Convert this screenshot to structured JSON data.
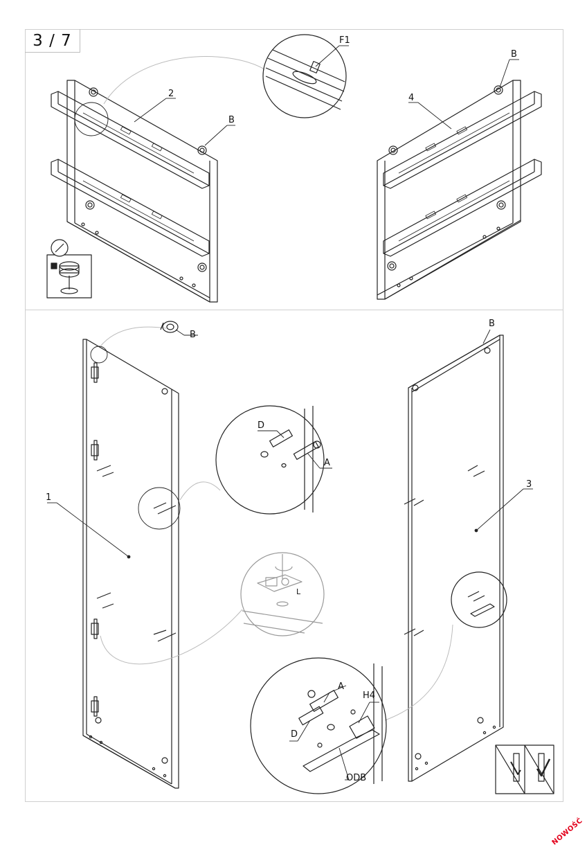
{
  "step": {
    "label": "3 / 7"
  },
  "parts": {
    "p1": "1",
    "p2": "2",
    "p3": "3",
    "p4": "4"
  },
  "fittings": {
    "B": "B",
    "F1": "F1",
    "A": "A",
    "D": "D",
    "L": "L",
    "H4": "H4",
    "ODB": "ODB"
  },
  "badge": {
    "label": "NOWOŚĆ"
  },
  "colors": {
    "line": "#222222",
    "frame": "#cfcfcf",
    "badge": "#e3001b"
  }
}
